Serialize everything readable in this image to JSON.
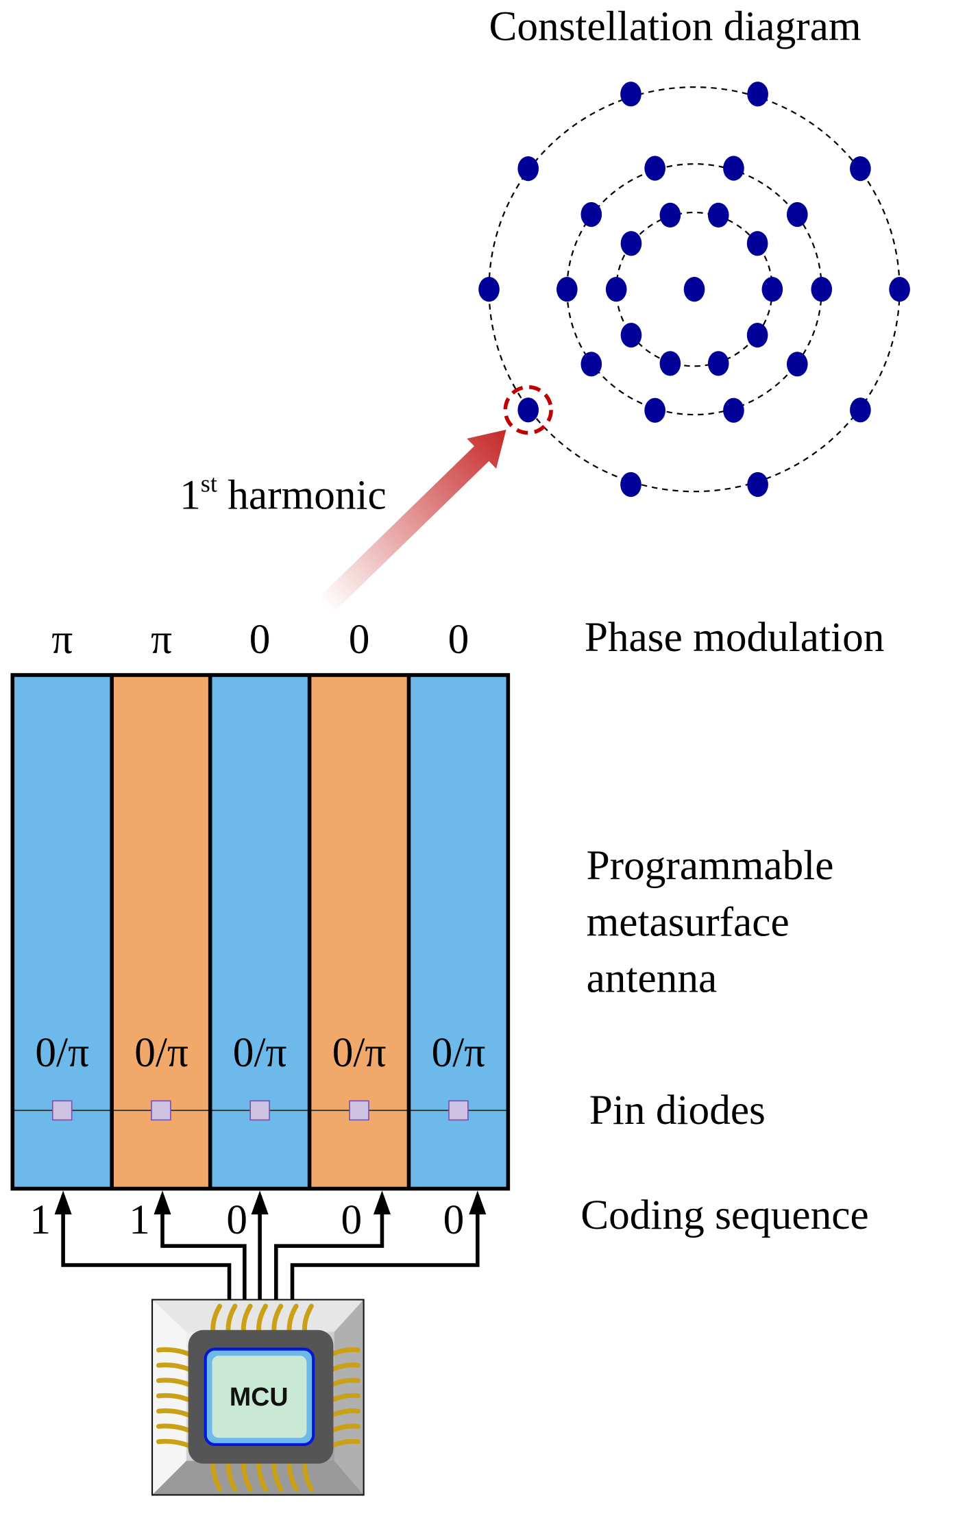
{
  "constellation": {
    "title": "Constellation diagram",
    "center_point": true,
    "rings": [
      {
        "amplitude": 0.38,
        "points": 10
      },
      {
        "amplitude": 0.62,
        "points": 10
      },
      {
        "amplitude": 1.0,
        "points": 10
      }
    ],
    "highlight": {
      "ring": 2,
      "angle_deg": 216
    },
    "dot_color": "#000099",
    "highlight_color": "#C00000"
  },
  "harmonic_label": {
    "base": "1",
    "sup": "st",
    "text": " harmonic"
  },
  "phase_modulation": {
    "label": "Phase modulation",
    "values": [
      "π",
      "π",
      "0",
      "0",
      "0"
    ]
  },
  "metasurface": {
    "label_lines": [
      "Programmable",
      "metasurface",
      "antenna"
    ],
    "strip_colors": [
      "#6CB9EA",
      "#F0A96A",
      "#6CB9EA",
      "#F0A96A",
      "#6CB9EA"
    ],
    "states": [
      "0/π",
      "0/π",
      "0/π",
      "0/π",
      "0/π"
    ]
  },
  "pin_diodes": {
    "label": "Pin diodes"
  },
  "coding_sequence": {
    "label": "Coding sequence",
    "bits": [
      "1",
      "1",
      "0",
      "0",
      "0"
    ]
  },
  "mcu": {
    "label": "MCU"
  }
}
